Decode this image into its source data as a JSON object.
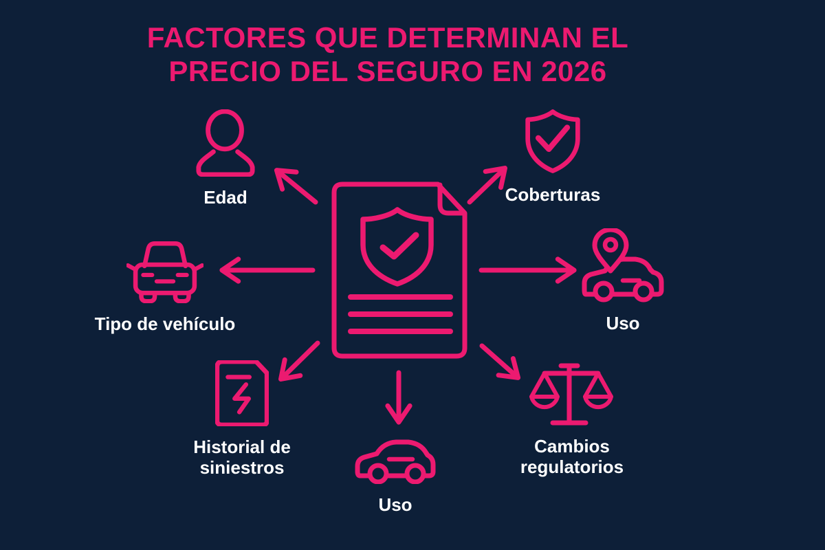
{
  "title": {
    "line1": "FACTORES QUE DETERMINAN EL",
    "line2": "PRECIO DEL SEGURO EN 2026"
  },
  "colors": {
    "background": "#0D1F38",
    "accent": "#EC1A70",
    "label_text": "#FFFFFF"
  },
  "center": {
    "icon": "insurance-policy-document-icon"
  },
  "factors": [
    {
      "label": "Edad",
      "icon": "person-icon",
      "position": "top-left"
    },
    {
      "label": "Coberturas",
      "icon": "shield-check-icon",
      "position": "top-right"
    },
    {
      "label": "Tipo de vehículo",
      "icon": "car-front-icon",
      "position": "left"
    },
    {
      "label": "Uso",
      "icon": "car-location-pin-icon",
      "position": "right"
    },
    {
      "label": "Historial de siniestros",
      "icon": "claims-document-icon",
      "position": "bottom-left"
    },
    {
      "label": "Uso",
      "icon": "car-side-icon",
      "position": "bottom-center"
    },
    {
      "label": "Cambios regulatorios",
      "icon": "scales-icon",
      "position": "bottom-right"
    }
  ]
}
